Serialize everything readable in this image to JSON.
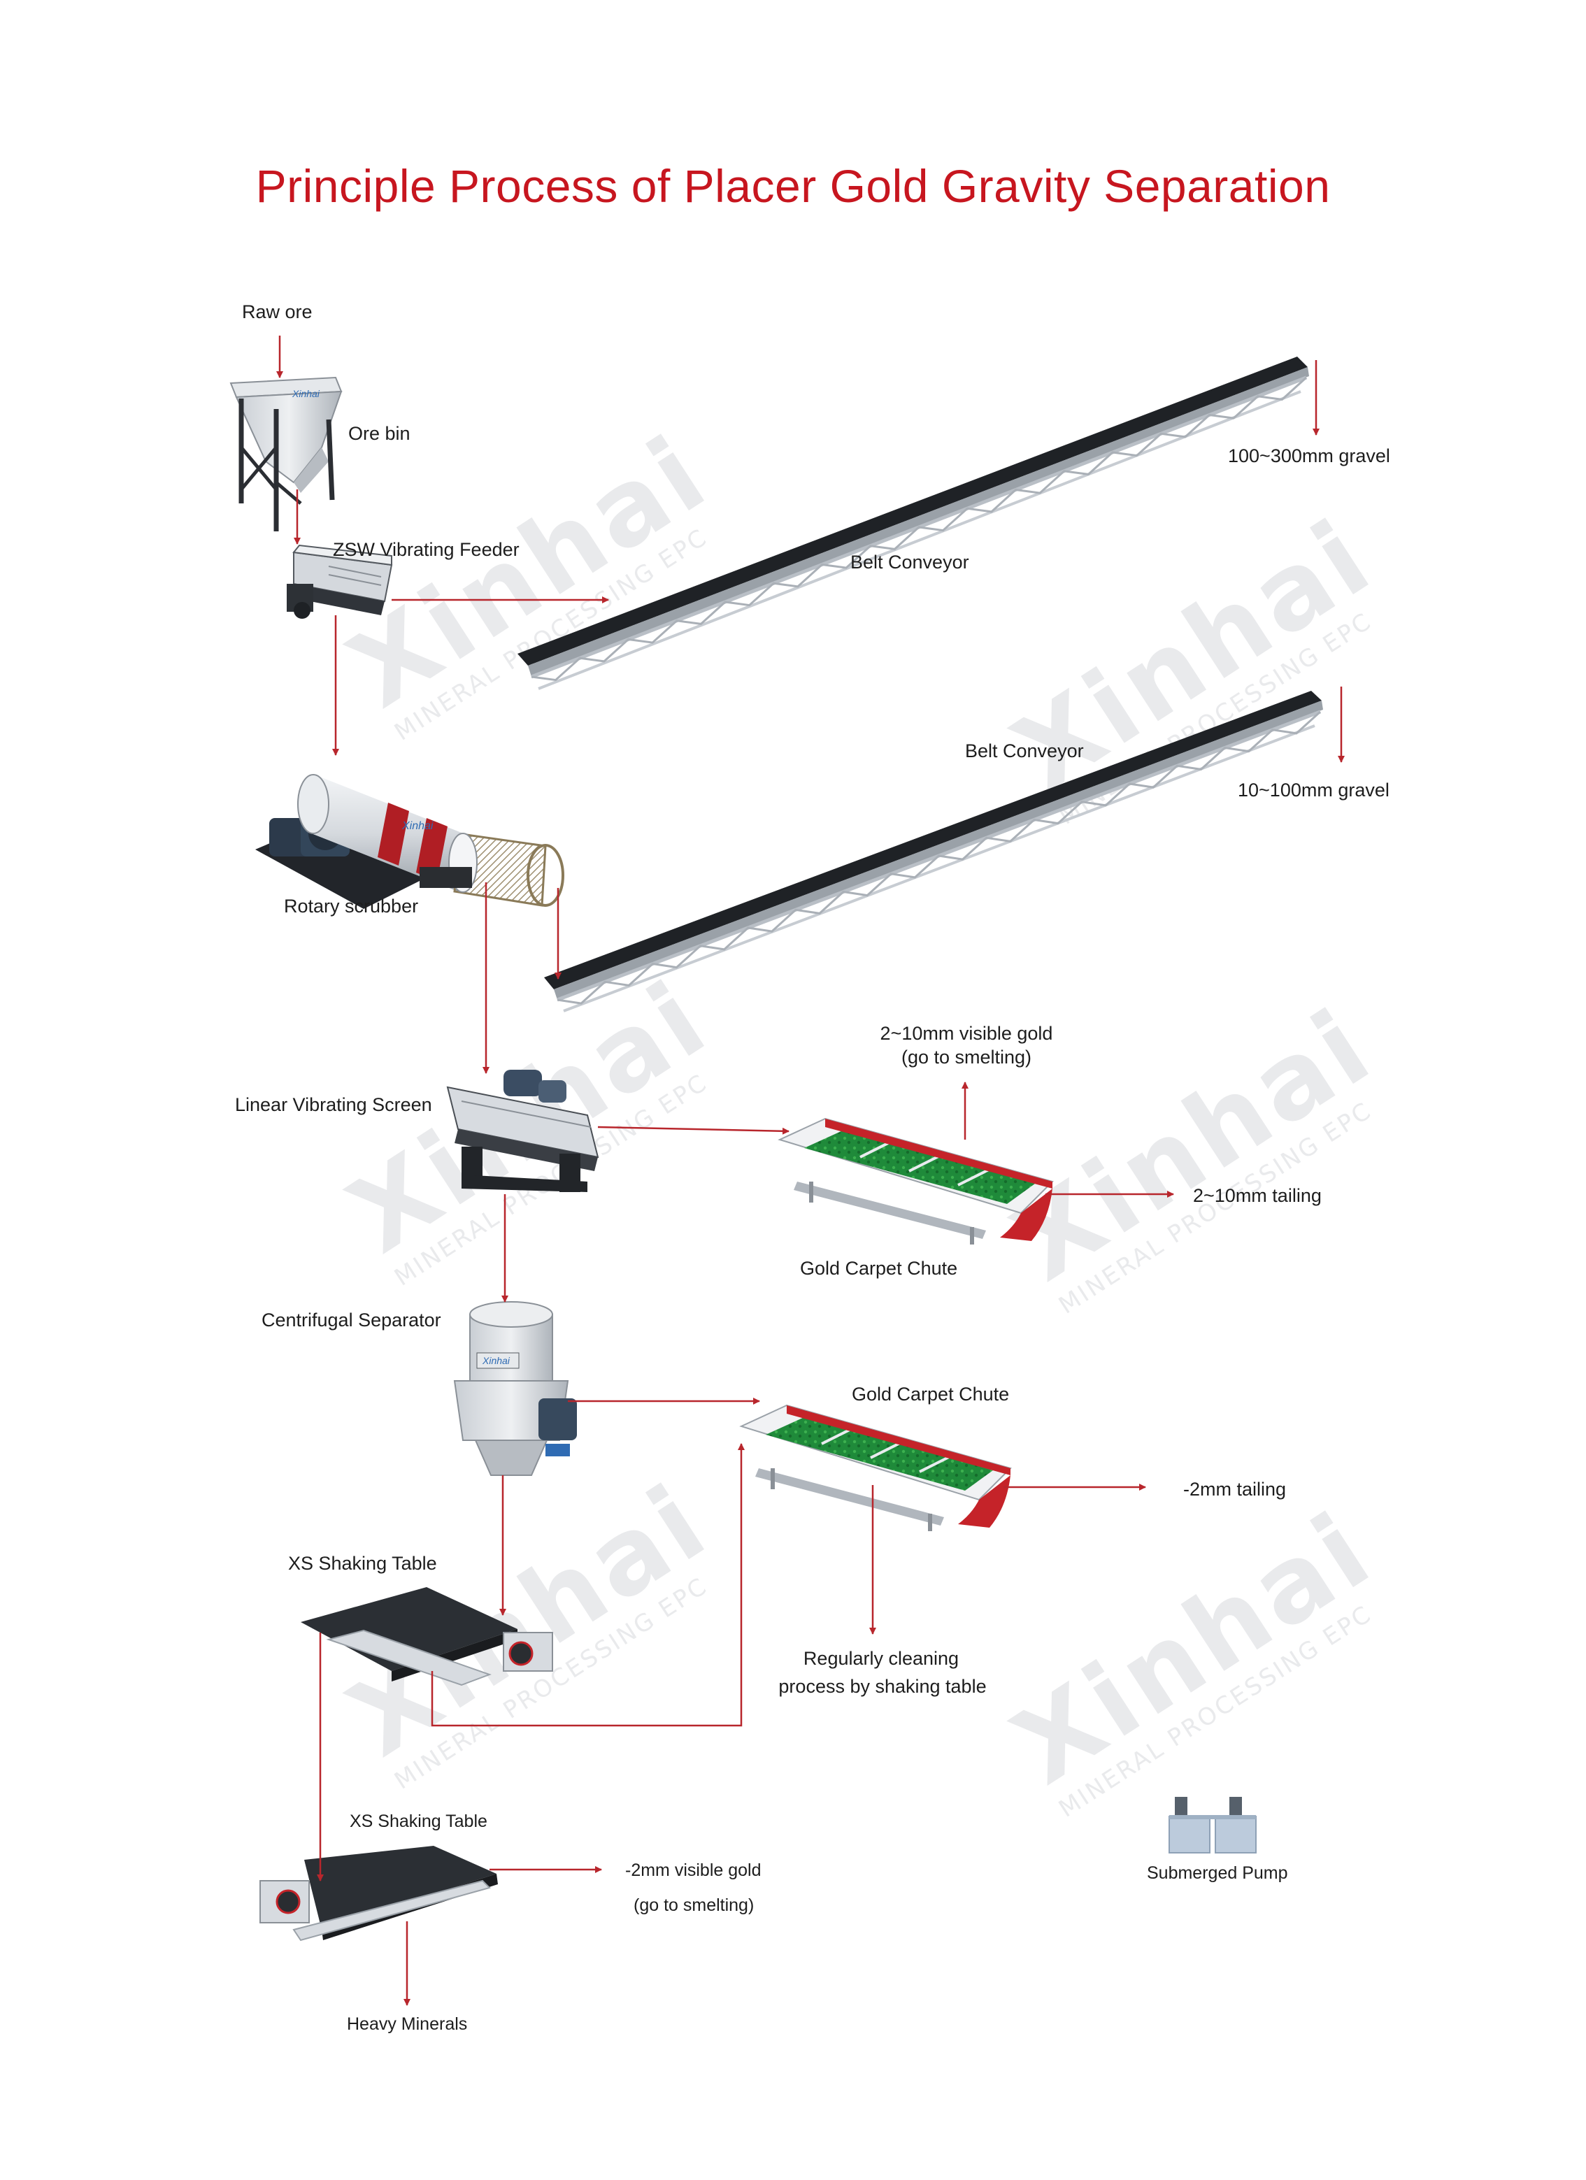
{
  "title": "Principle Process of Placer Gold Gravity Separation",
  "watermark": {
    "brand": "Xinhai",
    "tagline": "MINERAL PROCESSING EPC"
  },
  "colors": {
    "title": "#c7161f",
    "flow_line": "#b8262c",
    "carpet_green": "#1f8a3a",
    "carpet_red": "#c52329",
    "machine_dark": "#2a2d31",
    "machine_light": "#d7dbe0"
  },
  "labels": {
    "raw_ore": "Raw ore",
    "ore_bin": "Ore bin",
    "vibrating_feeder": "ZSW Vibrating Feeder",
    "belt_conveyor_1": "Belt Conveyor",
    "gravel_1": "100~300mm gravel",
    "belt_conveyor_2": "Belt Conveyor",
    "gravel_2": "10~100mm gravel",
    "rotary_scrubber": "Rotary scrubber",
    "linear_screen": "Linear Vibrating Screen",
    "visible_gold_1a": "2~10mm visible gold",
    "visible_gold_1b": "(go to smelting)",
    "tailing_1": "2~10mm tailing",
    "gold_chute_1": "Gold Carpet Chute",
    "centrifugal": "Centrifugal Separator",
    "gold_chute_2": "Gold Carpet Chute",
    "tailing_2": "-2mm tailing",
    "shaking_table_1": "XS Shaking Table",
    "cleaning_a": "Regularly cleaning",
    "cleaning_b": "process by shaking table",
    "shaking_table_2": "XS Shaking Table",
    "visible_gold_2a": "-2mm visible gold",
    "visible_gold_2b": "(go to smelting)",
    "heavy_minerals": "Heavy Minerals",
    "submerged_pump": "Submerged Pump"
  }
}
